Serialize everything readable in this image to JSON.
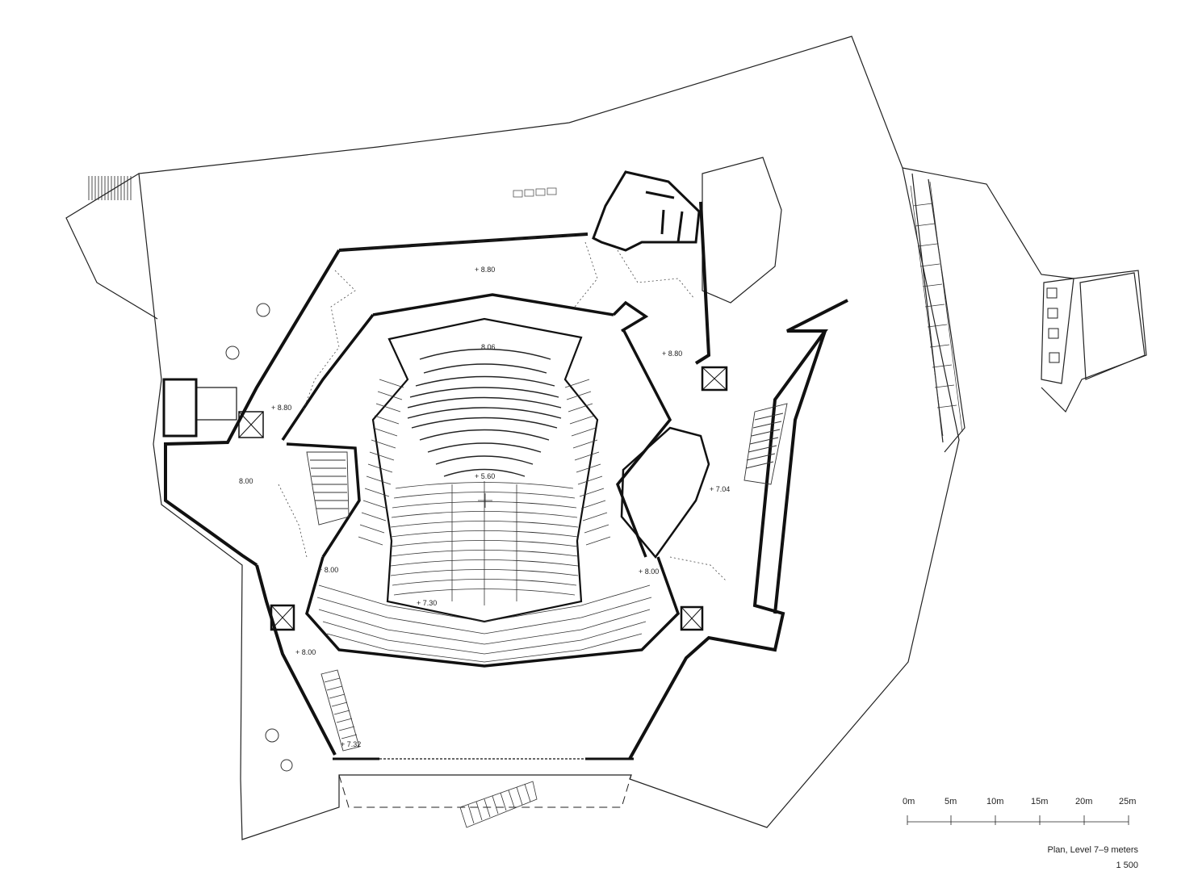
{
  "plan": {
    "title": "Plan, Level 7–9 meters",
    "scale_ratio": "1 500",
    "scale_bar": {
      "ticks": [
        "0m",
        "5m",
        "10m",
        "15m",
        "20m",
        "25m"
      ]
    },
    "levels": {
      "foyer_north": "+ 8.80",
      "foyer_ne": "+ 8.80",
      "west_lobby": "+ 8.80",
      "west_hall": "8.00",
      "stage_top": "8.06",
      "stage_center": "+ 5.60",
      "east_hall": "+ 7.04",
      "sw_landing": "+ 8.00",
      "se_landing": "+ 8.00",
      "south_tier": "+ 7.30",
      "south_west": "+ 8.00",
      "entrance": "+ 7.32"
    }
  }
}
